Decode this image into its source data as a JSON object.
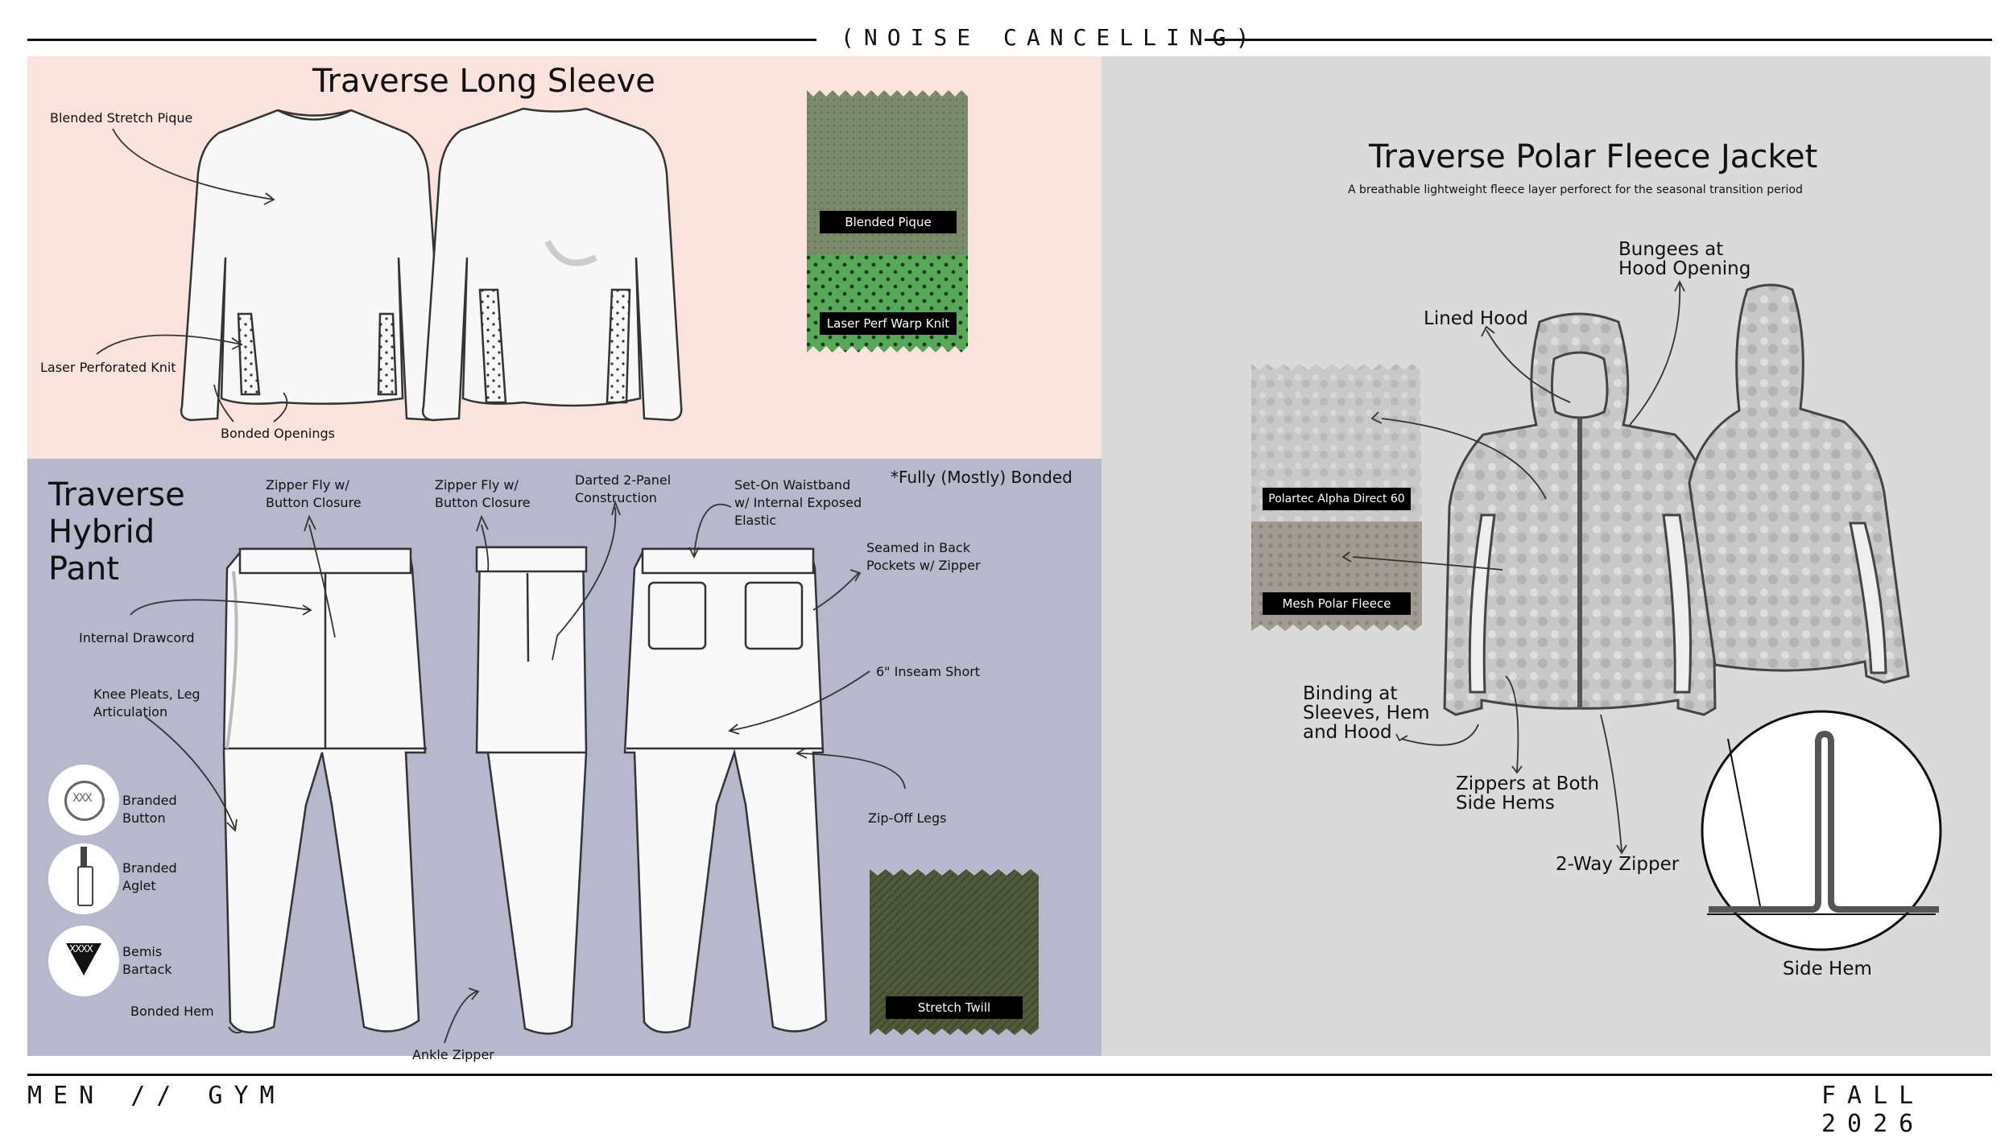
{
  "header": {
    "title": "(NOISE CANCELLING)"
  },
  "footer": {
    "left": "MEN // GYM",
    "right": "FALL 2026"
  },
  "long_sleeve": {
    "title": "Traverse Long Sleeve",
    "callouts": {
      "stretch_pique": "Blended Stretch Pique",
      "laser_knit": "Laser Perforated Knit",
      "bonded_openings": "Bonded Openings"
    },
    "swatches": [
      {
        "label": "Blended Pique",
        "color": "#7c8a6c"
      },
      {
        "label": "Laser Perf Warp Knit",
        "color": "#58a85a"
      }
    ]
  },
  "pant": {
    "title_line1": "Traverse",
    "title_line2": "Hybrid",
    "title_line3": "Pant",
    "note": "*Fully (Mostly) Bonded",
    "callouts": {
      "zipper_fly_1": "Zipper Fly w/\nButton Closure",
      "zipper_fly_2": "Zipper Fly w/\nButton Closure",
      "darted": "Darted 2-Panel\nConstruction",
      "waistband": "Set-On Waistband\nw/ Internal Exposed\nElastic",
      "seamed_pockets": "Seamed in Back\nPockets w/ Zipper",
      "internal_drawcord": "Internal Drawcord",
      "knee_pleats": "Knee Pleats, Leg\nArticulation",
      "inseam_short": "6\" Inseam Short",
      "zip_off": "Zip-Off Legs",
      "ankle_zipper": "Ankle Zipper",
      "bonded_hem": "Bonded Hem"
    },
    "trims": [
      {
        "label": "Branded\nButton",
        "icon": "button-icon"
      },
      {
        "label": "Branded\nAglet",
        "icon": "aglet-icon"
      },
      {
        "label": "Bemis\nBartack",
        "icon": "bartack-icon"
      }
    ],
    "swatch": {
      "label": "Stretch Twill",
      "color": "#4e5a3a"
    }
  },
  "jacket": {
    "title": "Traverse Polar Fleece Jacket",
    "subtitle": "A breathable lightweight fleece layer perforect for the seasonal transition period",
    "callouts": {
      "bungees": "Bungees at\nHood Opening",
      "lined_hood": "Lined Hood",
      "binding": "Binding at\nSleeves, Hem\nand Hood",
      "zippers_hems": "Zippers at Both\nSide Hems",
      "two_way": "2-Way Zipper",
      "side_hem": "Side Hem"
    },
    "swatches": [
      {
        "label": "Polartec Alpha Direct 60",
        "color": "#c9c9c9"
      },
      {
        "label": "Mesh Polar Fleece",
        "color": "#a29b92"
      }
    ]
  }
}
